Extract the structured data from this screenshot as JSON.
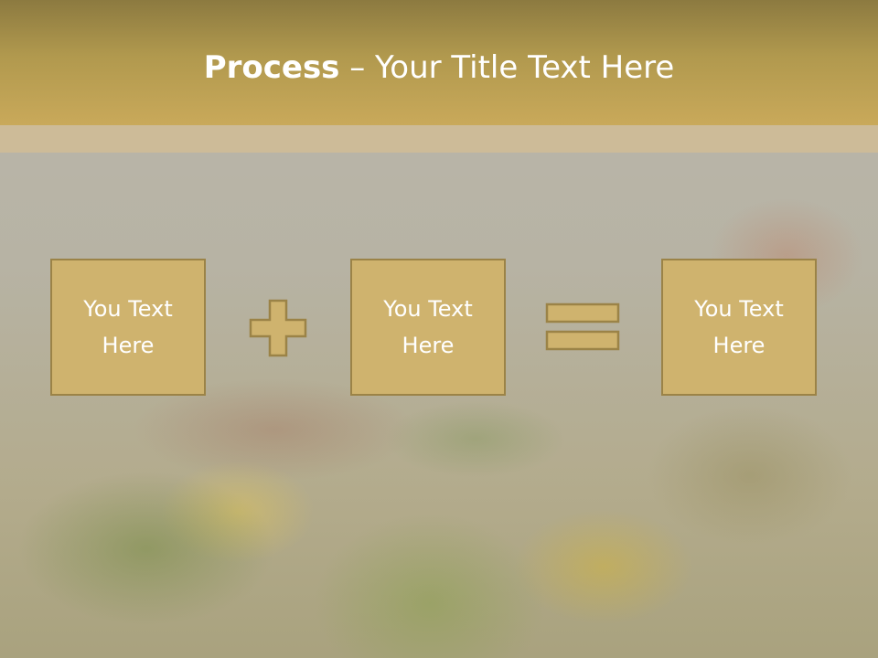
{
  "title": {
    "bold": "Process",
    "rest": " – Your Title Text Here"
  },
  "boxes": [
    {
      "text": "You Text Here"
    },
    {
      "text": "You Text Here"
    },
    {
      "text": "You Text Here"
    }
  ],
  "operators": [
    "plus-icon",
    "equals-icon"
  ],
  "colors": {
    "header": "#b1994e",
    "box_fill": "#cfb36e",
    "box_border": "#9b8347",
    "text": "#ffffff"
  }
}
